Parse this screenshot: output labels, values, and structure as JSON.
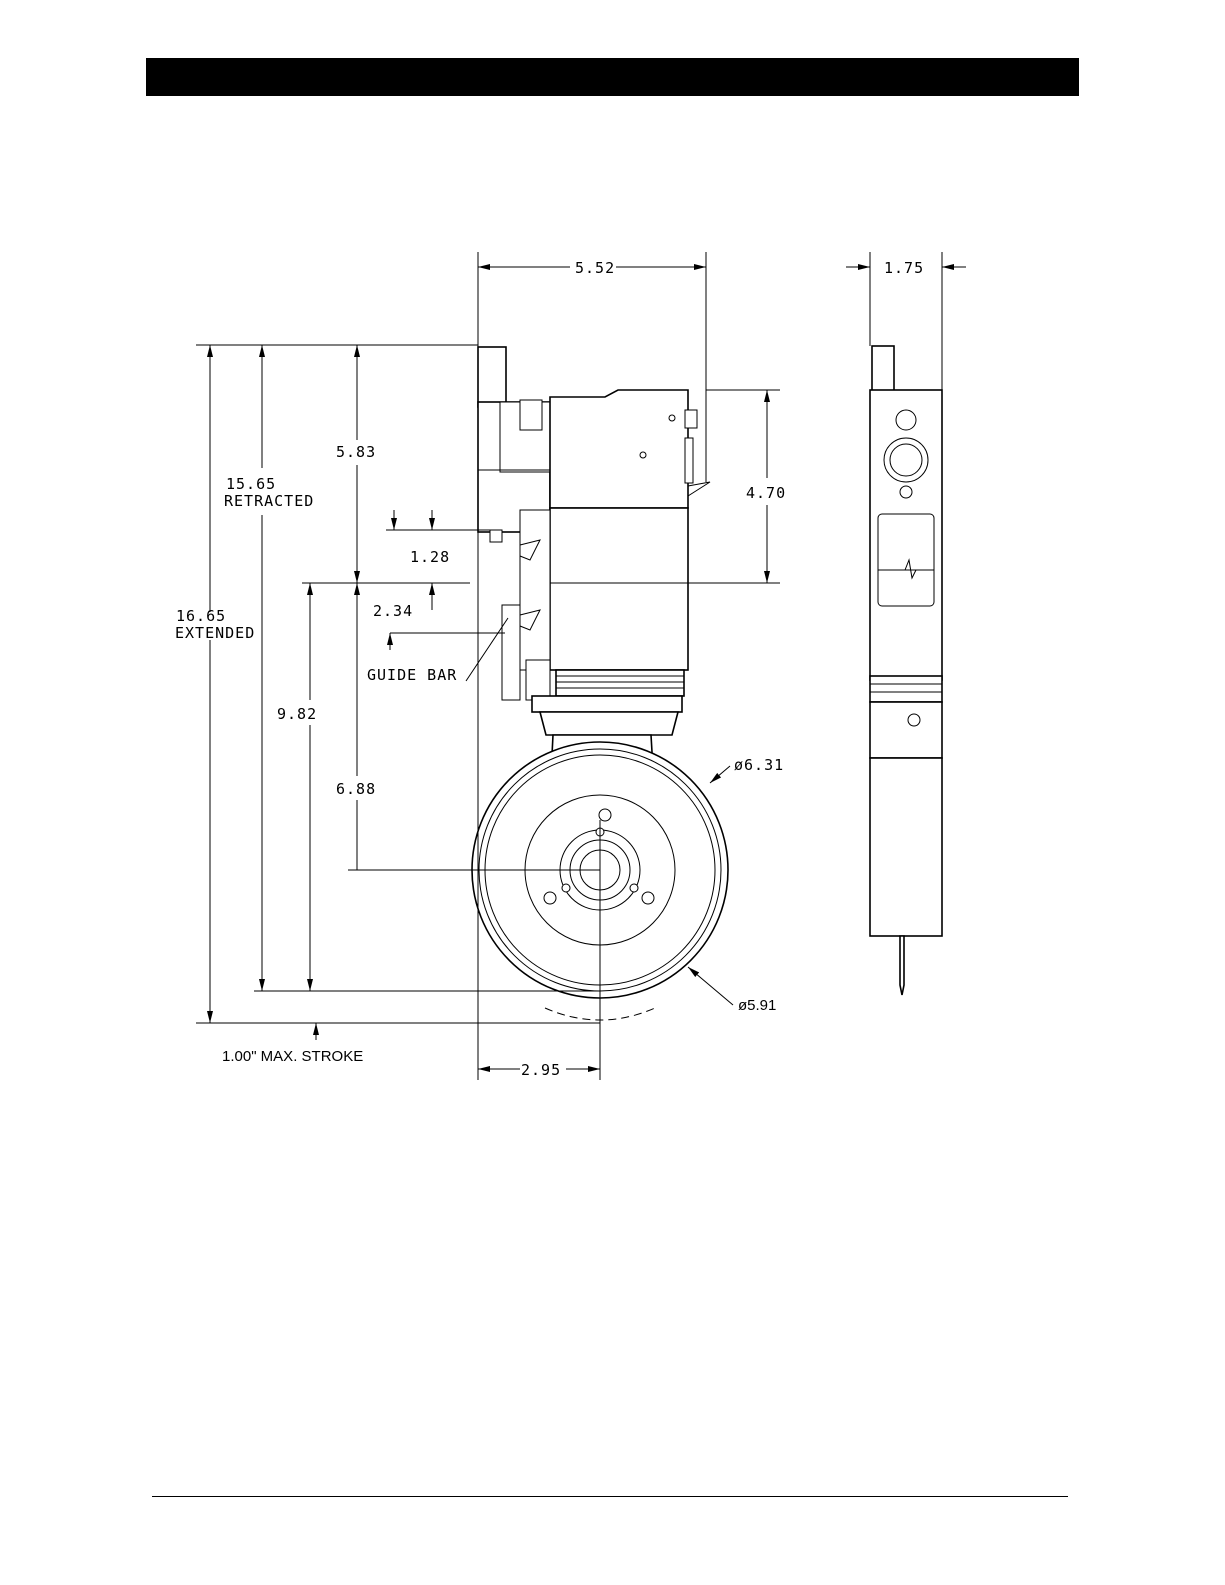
{
  "dimensions": {
    "width_552": "5.52",
    "width_175": "1.75",
    "h_583": "5.83",
    "retracted_value": "15.65",
    "retracted_label": "RETRACTED",
    "h_470": "4.70",
    "h_128": "1.28",
    "h_234": "2.34",
    "guide_bar": "GUIDE BAR",
    "extended_value": "16.65",
    "extended_label": "EXTENDED",
    "h_982": "9.82",
    "h_688": "6.88",
    "dia_631": "ø6.31",
    "dia_591": "ø5.91",
    "stroke": "1.00\" MAX. STROKE",
    "w_295": "2.95"
  }
}
